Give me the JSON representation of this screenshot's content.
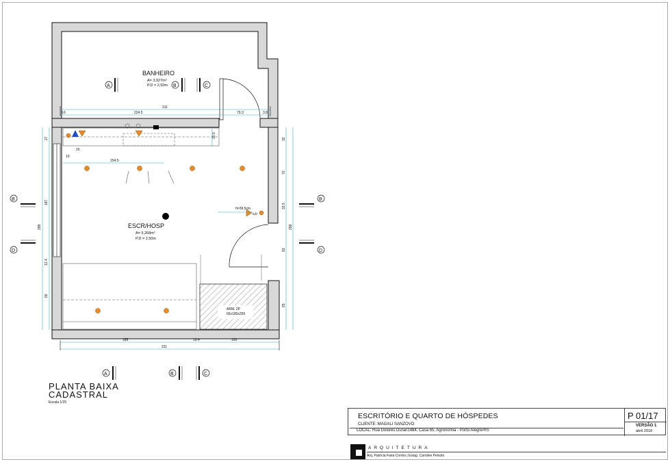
{
  "rooms": {
    "banheiro": {
      "name": "BANHEIRO",
      "area": "A= 3,927m²",
      "pd": "P.D = 2,50m"
    },
    "escr": {
      "name": "ESCR/HOSP",
      "area": "A= 9,268m²",
      "pd": "P.D = 2,50m"
    },
    "arm": {
      "name": "ARM. 2P",
      "dims": "65x180x250"
    }
  },
  "section_markers": [
    "A",
    "B",
    "C",
    "D"
  ],
  "dimensions": {
    "top_total": "311",
    "top_a": "224.5",
    "top_b": "79.3",
    "top_c": "3.6",
    "top_d": "3.8",
    "bottom_total": "311",
    "bottom_a": "185",
    "bottom_b": "19.4",
    "bottom_c": "100",
    "left_total": "298",
    "left_a": "187",
    "left_b": "12.4",
    "left_c": "66",
    "left_d": "27",
    "right_total": "298",
    "right_a": "32",
    "right_b": "70",
    "right_c": "33.5",
    "right_d": "93",
    "right_e": "65",
    "bench": "154.5",
    "small_a": "10",
    "small_b": "20",
    "small_c": "20.5",
    "annot_a": "h=39,5cm",
    "annot_b": "a,b"
  },
  "caption": {
    "line1": "PLANTA BAIXA",
    "line2": "CADASTRAL",
    "scale": "Escala 1/25"
  },
  "title_block": {
    "project": "ESCRITÓRIO E QUARTO DE HÓSPEDES",
    "client": "CLIENTE: MAGALI SANZOVO",
    "location": "LOCAL: Rua Dolores Duran1484, Casa 65, Agronomia - Porto Alegre/RS",
    "sheet": "P 01/17",
    "version": "VERSÃO 1",
    "date": "abril 2018",
    "office": "ARQUITETURA",
    "authors": "Arq. Patrícia Faria Corrêa | Estag. Caroline Peixoto"
  },
  "colors": {
    "wall": "#d8d8d8",
    "dimension": "#1fb4e6",
    "fixture": "#f08a1c",
    "line": "#111111"
  }
}
